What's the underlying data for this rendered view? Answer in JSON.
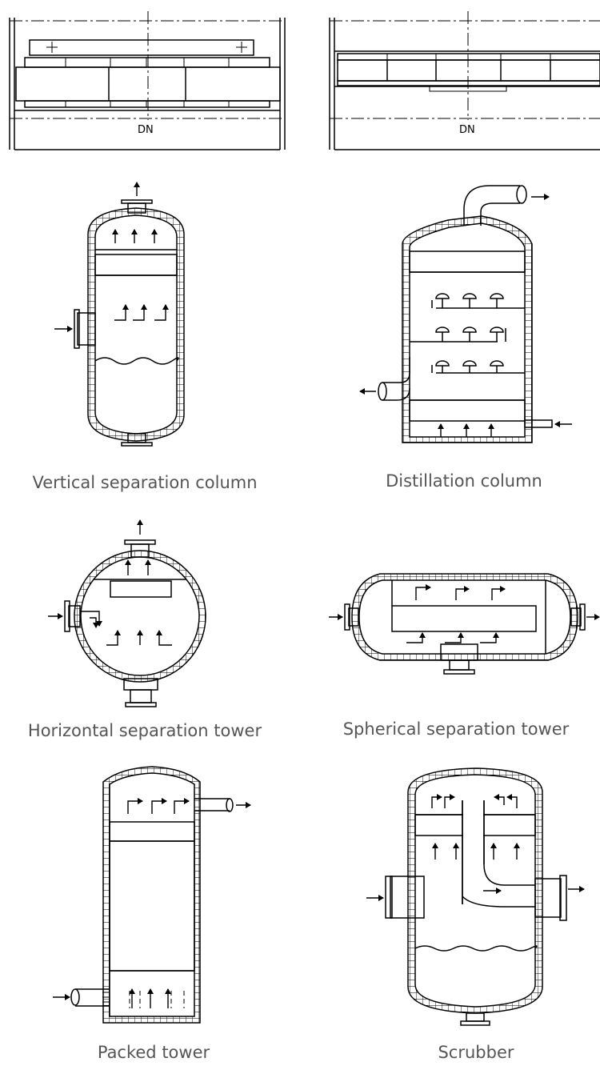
{
  "diagram": {
    "dn_label": "DN",
    "panels": [
      {
        "id": "vertical",
        "caption": "Vertical separation column"
      },
      {
        "id": "distillation",
        "caption": "Distillation column"
      },
      {
        "id": "horizontal",
        "caption": "Horizontal separation tower"
      },
      {
        "id": "spherical",
        "caption": "Spherical separation tower"
      },
      {
        "id": "packed",
        "caption": "Packed tower"
      },
      {
        "id": "scrubber",
        "caption": "Scrubber"
      }
    ]
  },
  "colors": {
    "line": "#000000",
    "caption": "#555555",
    "background": "#ffffff"
  }
}
